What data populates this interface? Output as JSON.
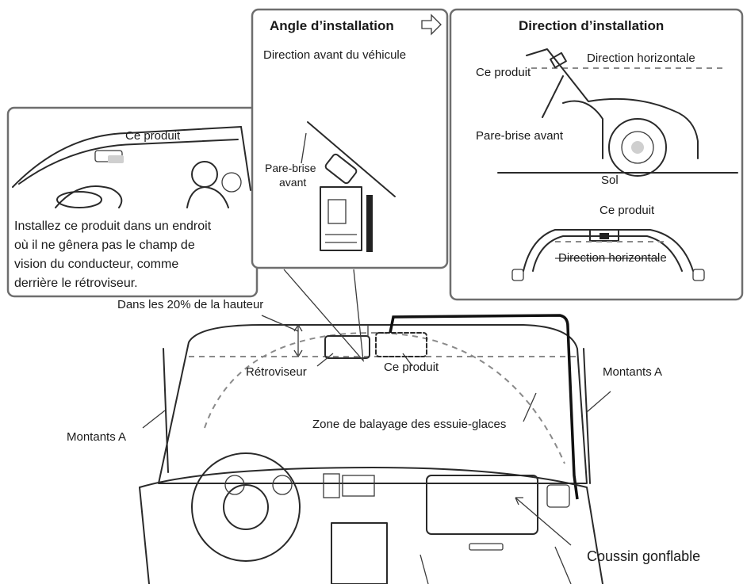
{
  "panel_driver": {
    "product_label": "Ce produit",
    "instruction_lines": [
      "Installez ce produit dans un endroit",
      "où il ne gênera pas le champ de",
      "vision du conducteur, comme",
      "derrière le rétroviseur."
    ]
  },
  "panel_angle": {
    "title": "Angle d’installation",
    "subtitle": "Direction avant du véhicule",
    "windshield_label_line1": "Pare-brise",
    "windshield_label_line2": "avant"
  },
  "panel_direction": {
    "title": "Direction d’installation",
    "product_label": "Ce produit",
    "horizontal_label": "Direction horizontale",
    "windshield_label": "Pare-brise avant",
    "ground_label": "Sol",
    "product_label_2": "Ce produit",
    "horizontal_label_2": "Direction horizontale"
  },
  "main": {
    "height_zone_label": "Dans les 20% de la hauteur",
    "mirror_label": "Rétroviseur",
    "product_label": "Ce produit",
    "pillar_label_right": "Montants A",
    "pillar_label_left": "Montants A",
    "wiper_zone_label": "Zone de balayage des essuie-glaces",
    "airbag_label": "Coussin gonflable"
  },
  "colors": {
    "panel_border": "#6e6e6e",
    "line": "#2a2a2a",
    "dashed_line": "#8a8a8a"
  }
}
